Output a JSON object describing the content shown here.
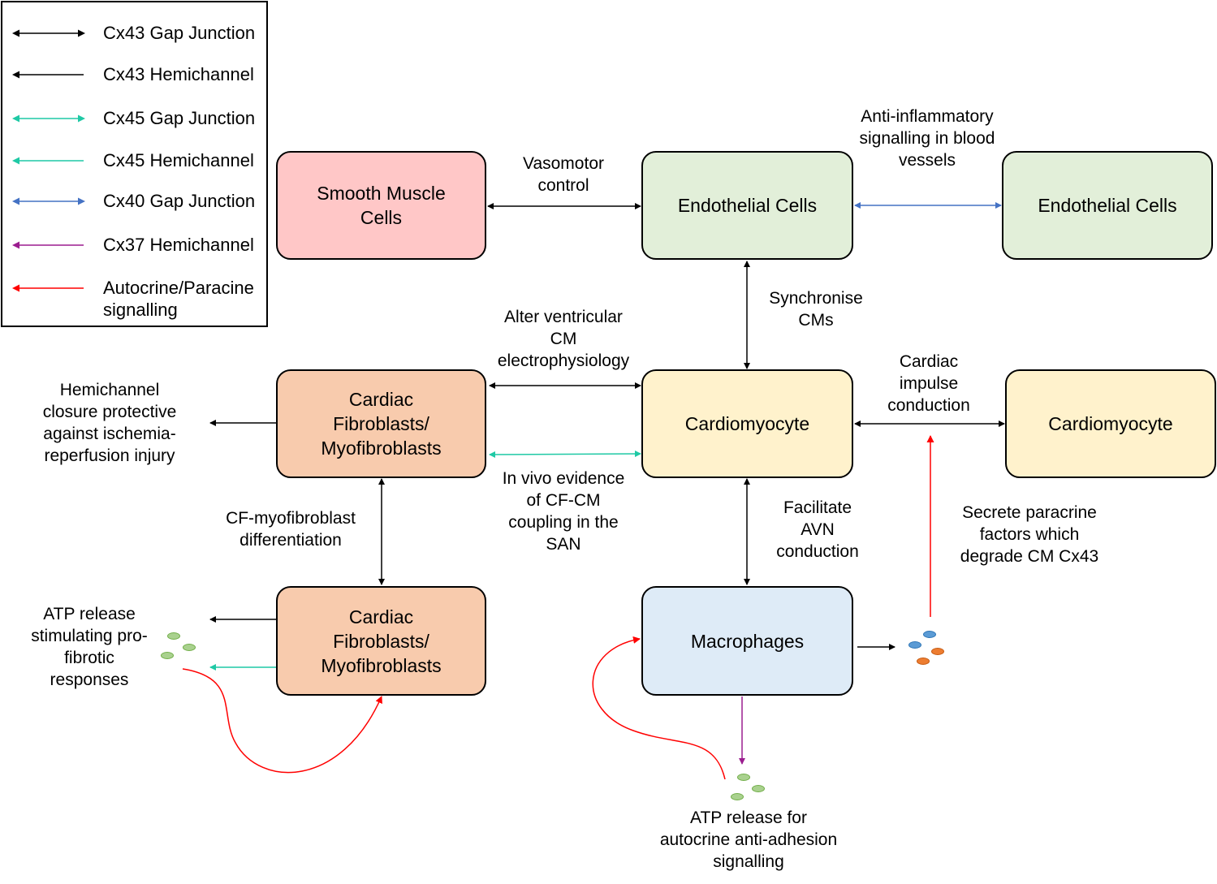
{
  "legend": {
    "items": [
      {
        "label": "Cx43 Gap Junction",
        "color": "#000000",
        "style": "double"
      },
      {
        "label": "Cx43 Hemichannel",
        "color": "#000000",
        "style": "single"
      },
      {
        "label": "Cx45 Gap Junction",
        "color": "#1fc9a5",
        "style": "double"
      },
      {
        "label": "Cx45 Hemichannel",
        "color": "#1fc9a5",
        "style": "single"
      },
      {
        "label": "Cx40 Gap Junction",
        "color": "#4472c4",
        "style": "double"
      },
      {
        "label": "Cx37 Hemichannel",
        "color": "#9b1d8f",
        "style": "single"
      },
      {
        "label": "Autocrine/Paracine\nsignalling",
        "color": "#ff0000",
        "style": "single"
      }
    ]
  },
  "nodes": {
    "smooth_muscle": {
      "label": "Smooth Muscle\nCells",
      "fill": "#ffc7c7"
    },
    "endothelial_1": {
      "label": "Endothelial Cells",
      "fill": "#e2efd9"
    },
    "endothelial_2": {
      "label": "Endothelial Cells",
      "fill": "#e2efd9"
    },
    "fibroblast_1": {
      "label": "Cardiac\nFibroblasts/\nMyofibroblasts",
      "fill": "#f8cbad"
    },
    "cardiomyocyte_1": {
      "label": "Cardiomyocyte",
      "fill": "#fff2cc"
    },
    "cardiomyocyte_2": {
      "label": "Cardiomyocyte",
      "fill": "#fff2cc"
    },
    "fibroblast_2": {
      "label": "Cardiac\nFibroblasts/\nMyofibroblasts",
      "fill": "#f8cbad"
    },
    "macrophages": {
      "label": "Macrophages",
      "fill": "#deebf7"
    }
  },
  "labels": {
    "vasomotor": "Vasomotor\ncontrol",
    "anti_inflammatory": "Anti-inflammatory\nsignalling in blood\nvessels",
    "synchronise": "Synchronise\nCMs",
    "alter_ventricular": "Alter ventricular\nCM\nelectrophysiology",
    "hemichannel_closure": "Hemichannel\nclosure protective\nagainst ischemia-\nreperfusion injury",
    "in_vivo": "In vivo evidence\nof CF-CM\ncoupling in the\nSAN",
    "cardiac_impulse": "Cardiac\nimpulse\nconduction",
    "cf_myofibroblast": "CF-myofibroblast\ndifferentiation",
    "facilitate_avn": "Facilitate\nAVN\nconduction",
    "secrete_paracrine": "Secrete paracrine\nfactors which\ndegrade CM Cx43",
    "atp_profibrotic": "ATP release\nstimulating pro-\nfibrotic\nresponses",
    "atp_autocrine": "ATP release for\nautocrine anti-adhesion\nsignalling"
  },
  "colors": {
    "cx43": "#000000",
    "cx45": "#1fc9a5",
    "cx40": "#4472c4",
    "cx37": "#9b1d8f",
    "paracrine": "#ff0000",
    "atp_fill": "#a9d18e",
    "atp_stroke": "#70ad47",
    "factor_blue": "#5b9bd5",
    "factor_orange": "#ed7d31"
  }
}
